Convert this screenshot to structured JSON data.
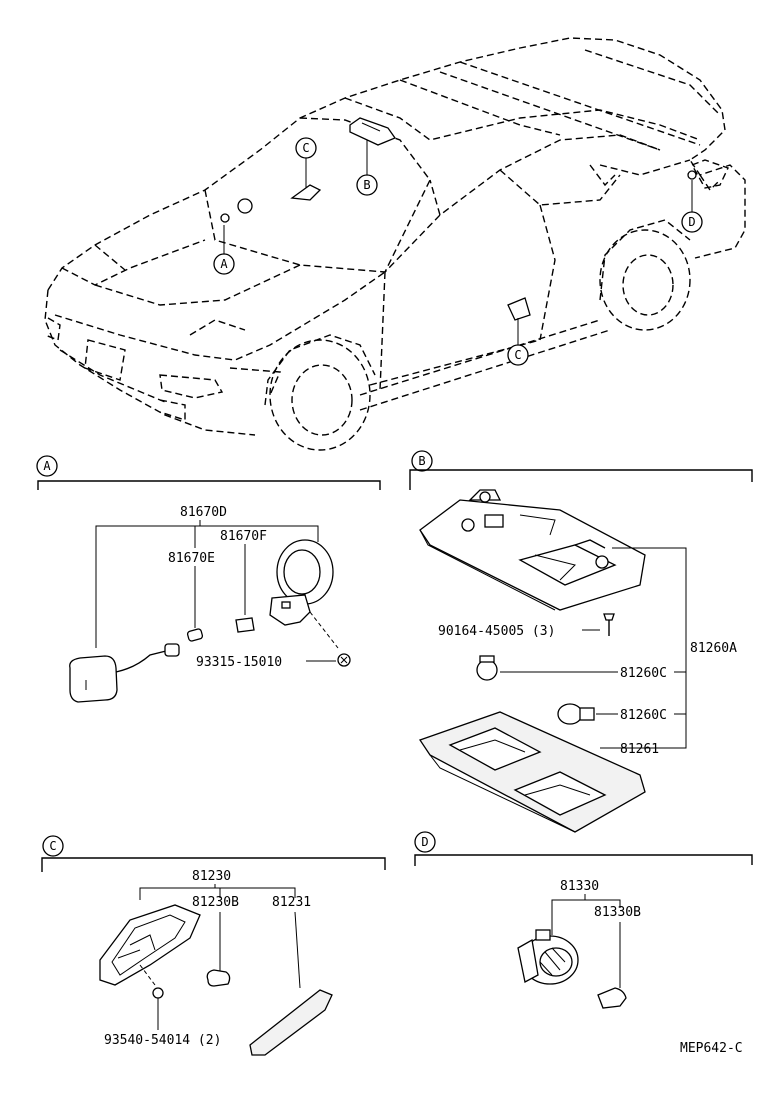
{
  "diagram": {
    "overview_callouts": [
      "A",
      "B",
      "C",
      "C",
      "D"
    ],
    "sections": [
      {
        "letter": "A",
        "parts": [
          "81670D",
          "81670F",
          "81670E",
          "93315-15010"
        ]
      },
      {
        "letter": "B",
        "parts": [
          "90164-45005 (3)",
          "81260A",
          "81260C",
          "81260C",
          "81261"
        ]
      },
      {
        "letter": "C",
        "parts": [
          "81230",
          "81230B",
          "81231",
          "93540-54014 (2)"
        ]
      },
      {
        "letter": "D",
        "parts": [
          "81330",
          "81330B"
        ]
      }
    ],
    "figure_code": "MEP642-C"
  }
}
